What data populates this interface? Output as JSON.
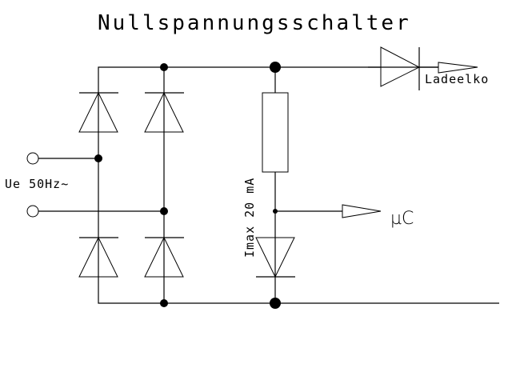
{
  "title": "Nullspannungsschalter",
  "labels": {
    "input": "Ue 50Hz~",
    "resistor": "Imax 20 mA",
    "output_cap": "Ladeelko",
    "output_mcu": "µC"
  },
  "components": {
    "bridge_diodes": 4,
    "series_resistor": "Imax 20 mA",
    "zener_diode": 1,
    "output_diode": 1,
    "input_terminals": 2
  },
  "colors": {
    "line": "#000000",
    "background": "#ffffff"
  }
}
